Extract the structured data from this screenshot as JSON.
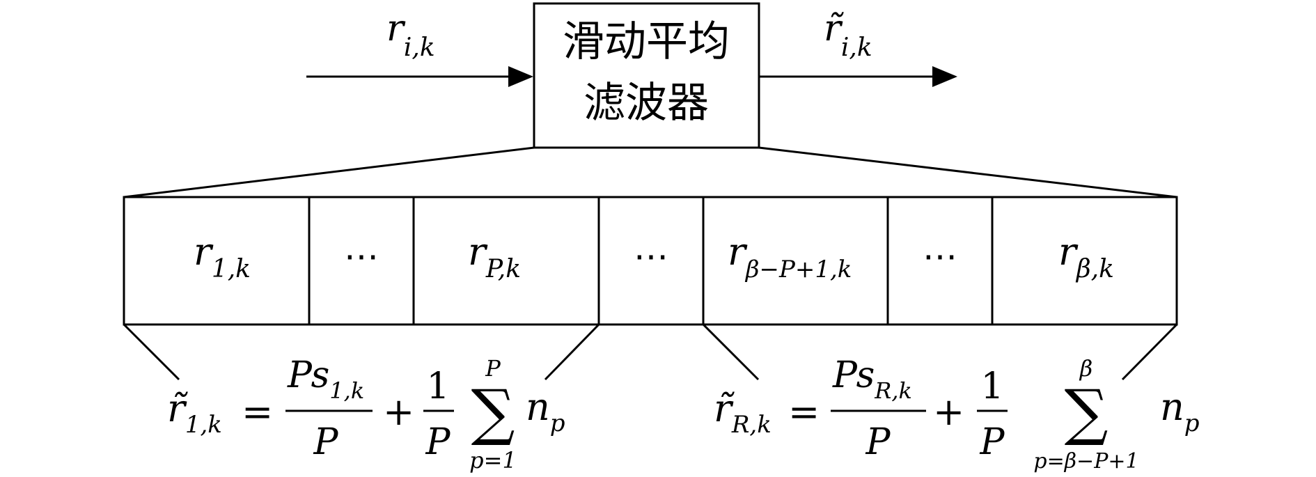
{
  "filter_block": {
    "label_line1": "滑动平均",
    "label_line2": "滤波器"
  },
  "input": {
    "symbol": "r",
    "subscript": "i,k"
  },
  "output": {
    "symbol": "r̃",
    "subscript": "i,k"
  },
  "window_cells": [
    {
      "symbol": "r",
      "subscript": "1,k"
    },
    {
      "symbol": "⋯",
      "subscript": ""
    },
    {
      "symbol": "r",
      "subscript": "P,k"
    },
    {
      "symbol": "⋯",
      "subscript": ""
    },
    {
      "symbol": "r",
      "subscript": "β−P+1,k"
    },
    {
      "symbol": "⋯",
      "subscript": ""
    },
    {
      "symbol": "r",
      "subscript": "β,k"
    }
  ],
  "formula_left": {
    "lhs_symbol": "r̃",
    "lhs_subscript": "1,k",
    "equals": "=",
    "frac1_num": "Ps",
    "frac1_num_sub": "1,k",
    "frac1_den": "P",
    "plus": "+",
    "frac2_num": "1",
    "frac2_den": "P",
    "sum_symbol": "∑",
    "sum_upper": "P",
    "sum_lower": "p=1",
    "term": "n",
    "term_sub": "p"
  },
  "formula_right": {
    "lhs_symbol": "r̃",
    "lhs_subscript": "R,k",
    "equals": "=",
    "frac1_num": "Ps",
    "frac1_num_sub": "R,k",
    "frac1_den": "P",
    "plus": "+",
    "frac2_num": "1",
    "frac2_den": "P",
    "sum_symbol": "∑",
    "sum_upper": "β",
    "sum_lower": "p=β−P+1",
    "term": "n",
    "term_sub": "p"
  }
}
